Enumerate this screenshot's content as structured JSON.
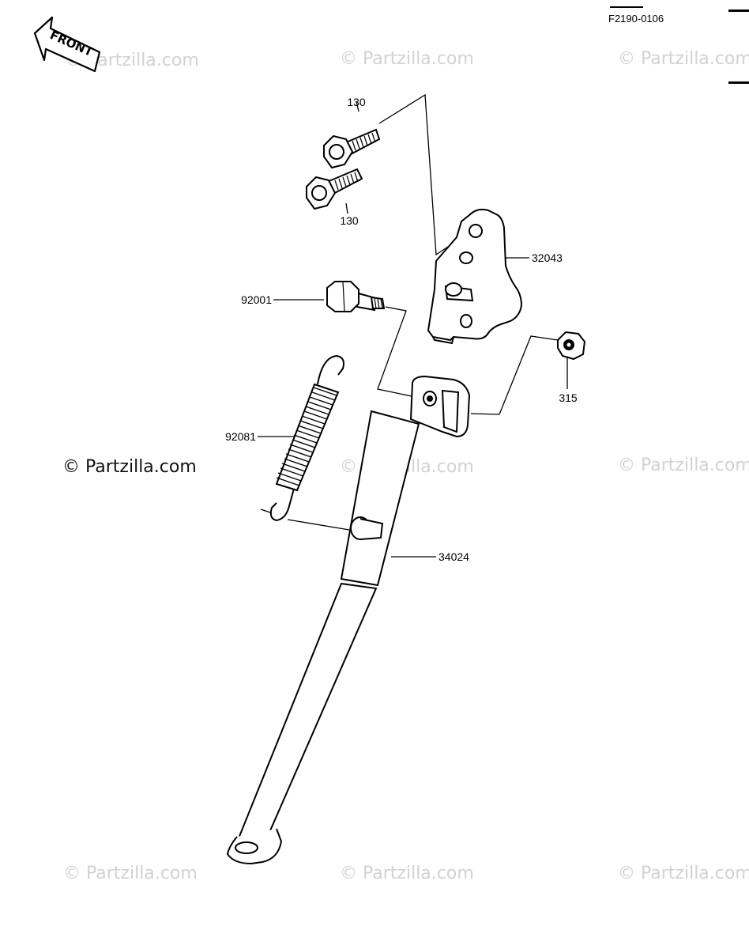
{
  "diagram": {
    "ref_code": "F2190-0106",
    "front_arrow_label": "FRONT",
    "watermark": "© Partzilla.com",
    "parts": [
      {
        "id": "130"
      },
      {
        "id": "130"
      },
      {
        "id": "32043"
      },
      {
        "id": "92001"
      },
      {
        "id": "315"
      },
      {
        "id": "92081"
      },
      {
        "id": "34024"
      }
    ]
  }
}
